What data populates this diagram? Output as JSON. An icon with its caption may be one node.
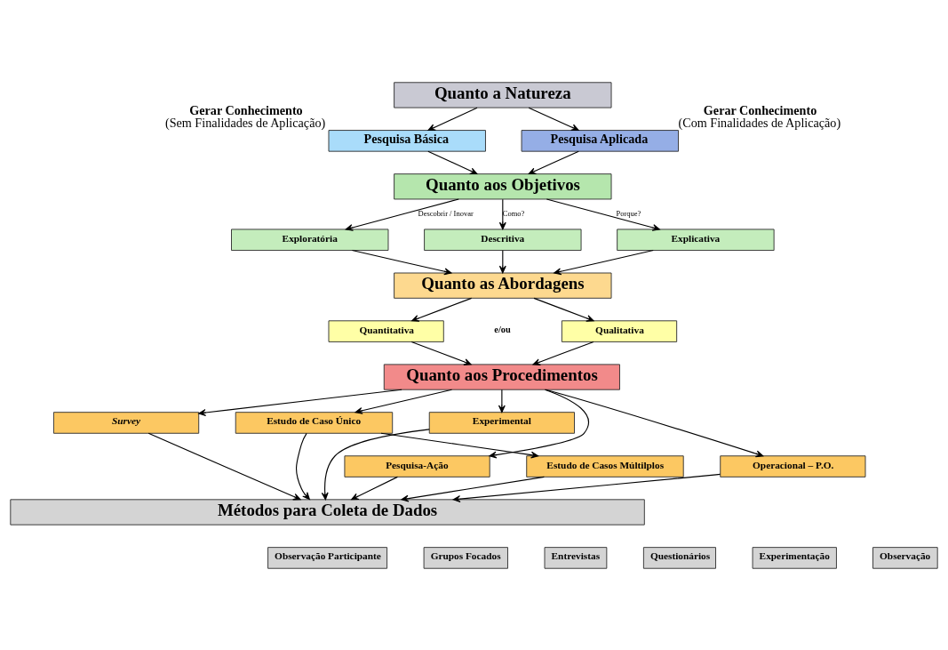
{
  "diagram": {
    "nodes": [
      {
        "text": [
          "Quanto a Natureza"
        ]
      },
      {
        "text": [
          "Pesquisa Básica"
        ],
        "beside": [
          "Gerar Conhecimento",
          "(Sem Finalidades de Aplicação)"
        ]
      },
      {
        "text": [
          "Pesquisa Aplicada"
        ],
        "beside": [
          "Gerar Conhecimento",
          "(Com Finalidades de Aplicação)"
        ]
      },
      {
        "text": [
          "Quanto aos Objetivos"
        ]
      },
      {
        "text": [
          "Exploratória"
        ]
      },
      {
        "text": [
          "Descritiva"
        ]
      },
      {
        "text": [
          "Explicativa"
        ]
      },
      {
        "text": [
          "Quanto as Abordagens"
        ]
      },
      {
        "text": [
          "Quantitativa"
        ]
      },
      {
        "text": [
          "Qualitativa"
        ]
      },
      {
        "text": [
          "Quanto aos Procedimentos"
        ]
      },
      {
        "text": [
          "Survey"
        ]
      },
      {
        "text": [
          "Estudo de Caso Único"
        ]
      },
      {
        "text": [
          "Experimental"
        ]
      },
      {
        "text": [
          "Pesquisa-Ação"
        ]
      },
      {
        "text": [
          "Estudo de Casos Múltilplos"
        ]
      },
      {
        "text": [
          "Operacional – P.O."
        ]
      },
      {
        "text": [
          "Métodos para Coleta de Dados"
        ]
      },
      {
        "text": [
          "Observação Participante"
        ]
      },
      {
        "text": [
          "Grupos Focados"
        ]
      },
      {
        "text": [
          "Entrevistas"
        ]
      },
      {
        "text": [
          "Questionários"
        ]
      },
      {
        "text": [
          "Experimentação"
        ]
      },
      {
        "text": [
          "Observação"
        ]
      }
    ],
    "edges": [
      {
        "from": 0,
        "to": 1,
        "arrow": "to"
      },
      {
        "from": 0,
        "to": 2,
        "arrow": "to"
      },
      {
        "from": 1,
        "to": 3,
        "arrow": "to"
      },
      {
        "from": 2,
        "to": 3,
        "arrow": "to"
      },
      {
        "from": 3,
        "to": 4,
        "arrow": "to",
        "label": "Descobrir / Inovar"
      },
      {
        "from": 3,
        "to": 5,
        "arrow": "to",
        "label": "Como?"
      },
      {
        "from": 3,
        "to": 6,
        "arrow": "to",
        "label": "Porque?"
      },
      {
        "from": 4,
        "to": 7,
        "arrow": "to"
      },
      {
        "from": 5,
        "to": 7,
        "arrow": "to"
      },
      {
        "from": 6,
        "to": 7,
        "arrow": "to"
      },
      {
        "from": 7,
        "to": 8,
        "arrow": "to"
      },
      {
        "from": 7,
        "to": 9,
        "arrow": "to"
      },
      {
        "from": 8,
        "to": 10,
        "arrow": "to"
      },
      {
        "from": 9,
        "to": 10,
        "arrow": "to"
      },
      {
        "from": 10,
        "to": 11,
        "arrow": "to"
      },
      {
        "from": 10,
        "to": 14,
        "arrow": "to"
      },
      {
        "from": 10,
        "to": 12,
        "arrow": "to"
      },
      {
        "from": 10,
        "to": 16,
        "arrow": "to"
      },
      {
        "from": 10,
        "to": 13,
        "arrow": "to"
      },
      {
        "from": 12,
        "to": 15,
        "arrow": "to"
      },
      {
        "from": 11,
        "to": 17,
        "arrow": "to"
      },
      {
        "from": 14,
        "to": 17,
        "arrow": "to"
      },
      {
        "from": 15,
        "to": 17,
        "arrow": "to"
      },
      {
        "from": 12,
        "to": 17,
        "arrow": "to"
      },
      {
        "from": 16,
        "to": 17,
        "arrow": "to"
      },
      {
        "from": 13,
        "to": 17,
        "arrow": "to"
      }
    ],
    "labels": [
      "e/ou"
    ]
  }
}
